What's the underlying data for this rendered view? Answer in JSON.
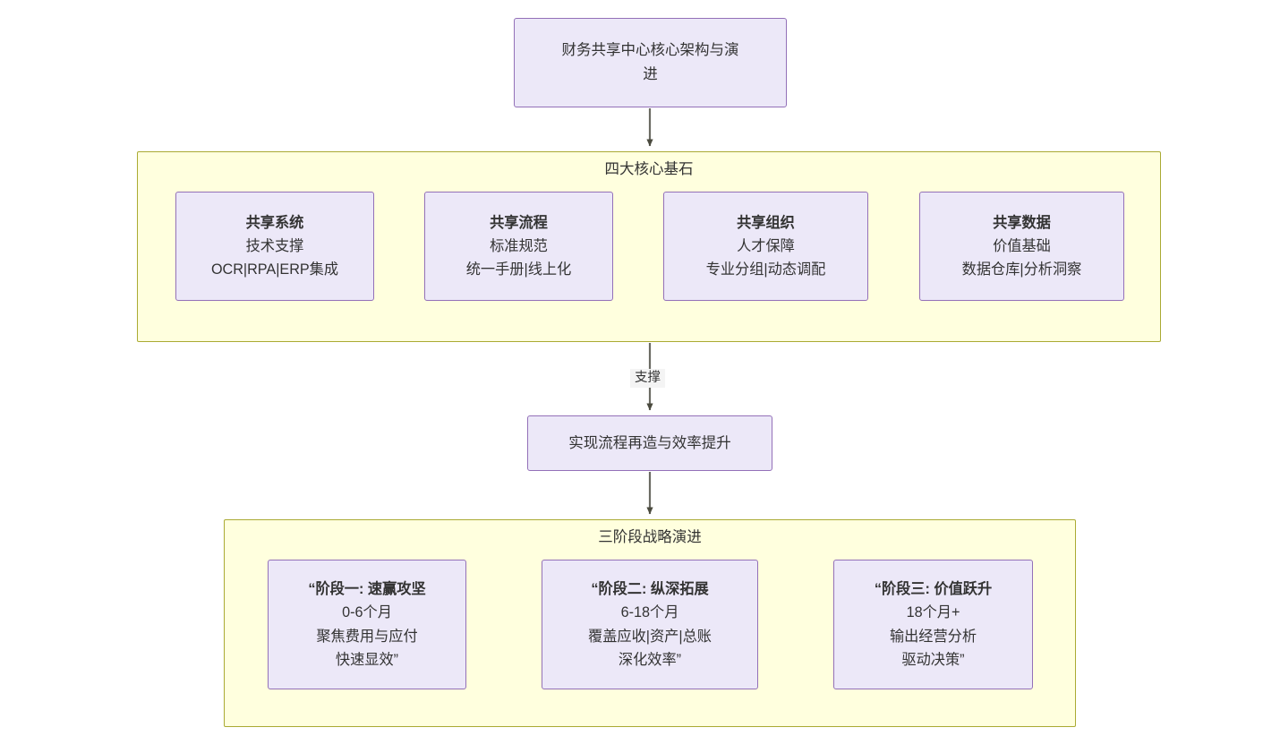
{
  "diagram": {
    "type": "flowchart",
    "direction": "top-down",
    "colors": {
      "node_fill": "#ece8f8",
      "node_border": "#9370b8",
      "subgraph_fill": "#ffffde",
      "subgraph_border": "#aaaa33",
      "edge": "#666657",
      "text": "#333333",
      "edge_label_bg": "#f4f4f4"
    }
  },
  "root_node": {
    "line1": "财务共享中心核心架构与演",
    "line2": "进"
  },
  "foundations": {
    "title": "四大核心基石",
    "pillars": [
      {
        "heading": "共享系统",
        "subtitle": "技术支撑",
        "detail": "OCR|RPA|ERP集成"
      },
      {
        "heading": "共享流程",
        "subtitle": "标准规范",
        "detail": "统一手册|线上化"
      },
      {
        "heading": "共享组织",
        "subtitle": "人才保障",
        "detail": "专业分组|动态调配"
      },
      {
        "heading": "共享数据",
        "subtitle": "价值基础",
        "detail": "数据仓库|分析洞察"
      }
    ]
  },
  "edges": {
    "support_label": "支撑"
  },
  "middle_node": {
    "label": "实现流程再造与效率提升"
  },
  "phases": {
    "title": "三阶段战略演进",
    "items": [
      {
        "heading": "“阶段一: 速赢攻坚",
        "duration": "0-6个月",
        "scope": "聚焦费用与应付",
        "outcome": "快速显效”"
      },
      {
        "heading": "“阶段二: 纵深拓展",
        "duration": "6-18个月",
        "scope": "覆盖应收|资产|总账",
        "outcome": "深化效率”"
      },
      {
        "heading": "“阶段三: 价值跃升",
        "duration": "18个月+",
        "scope": "输出经营分析",
        "outcome": "驱动决策”"
      }
    ]
  }
}
